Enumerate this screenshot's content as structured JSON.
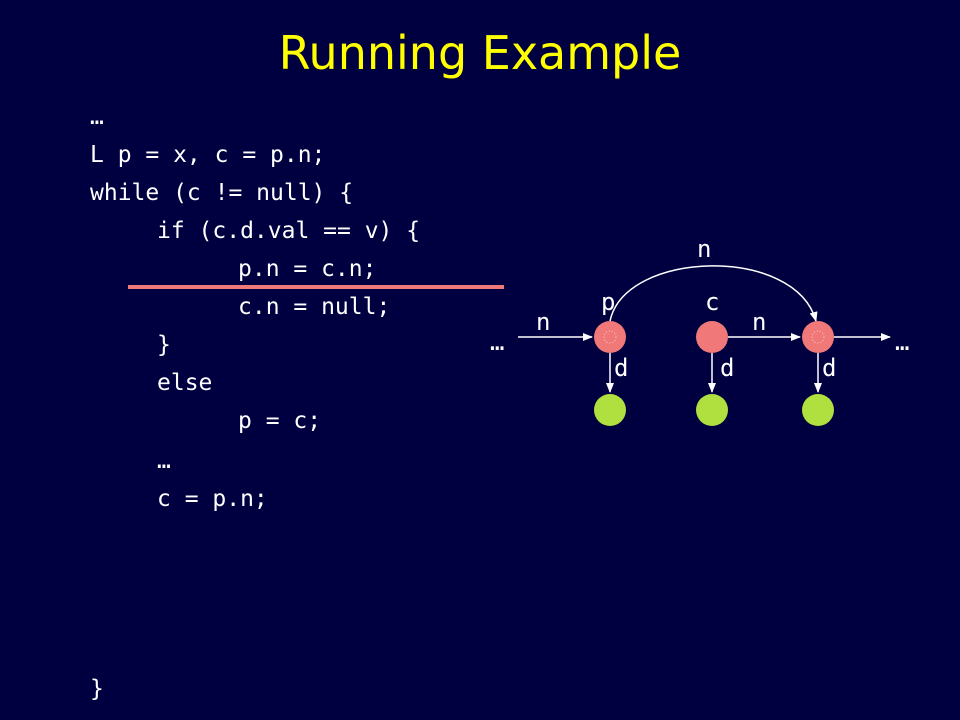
{
  "slide": {
    "title": "Running Example"
  },
  "code": {
    "lines": [
      "…",
      "L p = x, c = p.n;",
      "while (c != null) {",
      "if (c.d.val == v) {",
      "p.n = c.n;",
      "c.n = null;",
      "}",
      "else",
      "p = c;",
      "…",
      "c = p.n;",
      "}"
    ]
  },
  "diagram": {
    "ellipsis_left": "…",
    "ellipsis_right": "…",
    "var_p": "p",
    "var_c": "c",
    "edge_n_in": "n",
    "edge_n_mid": "n",
    "edge_n_arc": "n",
    "edge_d_1": "d",
    "edge_d_2": "d",
    "edge_d_3": "d",
    "colors": {
      "list_node": "#f07878",
      "data_node": "#b0e040",
      "background": "#000040",
      "title": "#ffff00"
    }
  }
}
